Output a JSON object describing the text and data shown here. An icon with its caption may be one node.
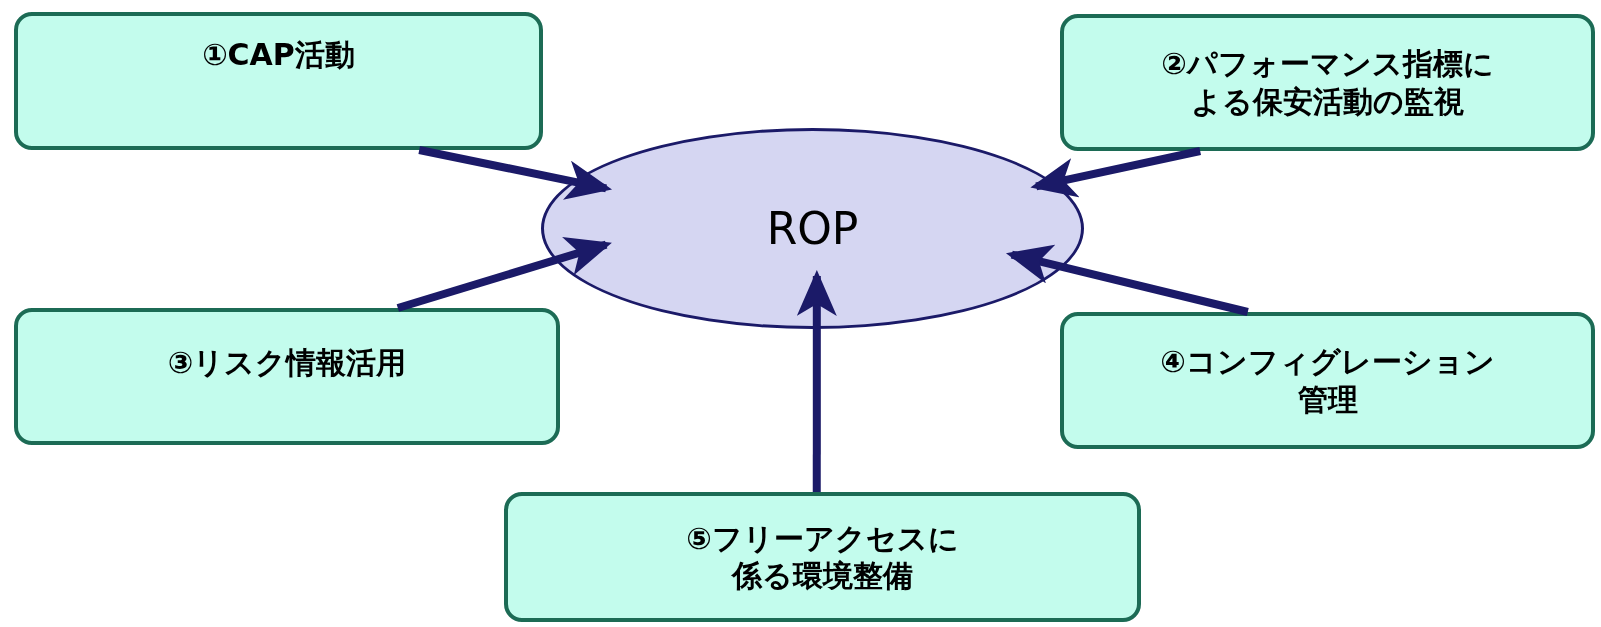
{
  "diagram": {
    "nodes": [
      {
        "text": [
          "ROP"
        ]
      },
      {
        "text": [
          "①CAP活動"
        ]
      },
      {
        "text": [
          "②パフォーマンス指標による保安活動の監視"
        ]
      },
      {
        "text": [
          "③リスク情報活用"
        ]
      },
      {
        "text": [
          "④コンフィグレーション管理"
        ]
      },
      {
        "text": [
          "⑤フリーアクセスに係る環境整備"
        ]
      }
    ],
    "edges": [
      {
        "from": 1,
        "to": 0,
        "arrow": "to"
      },
      {
        "from": 2,
        "to": 0,
        "arrow": "to"
      },
      {
        "from": 3,
        "to": 0,
        "arrow": "to"
      },
      {
        "from": 4,
        "to": 0,
        "arrow": "to"
      },
      {
        "from": 5,
        "to": 0,
        "arrow": "to"
      }
    ]
  }
}
